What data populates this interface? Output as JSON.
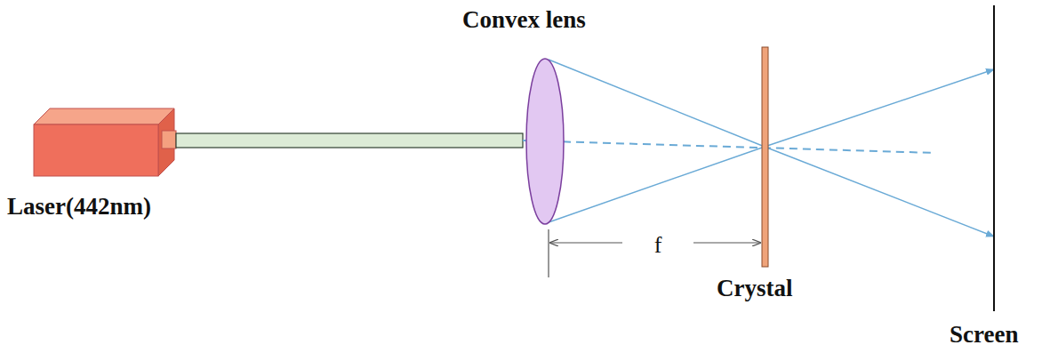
{
  "diagram": {
    "labels": [
      "Convex lens",
      "Laser(442nm)",
      "f",
      "Crystal",
      "Screen"
    ]
  }
}
